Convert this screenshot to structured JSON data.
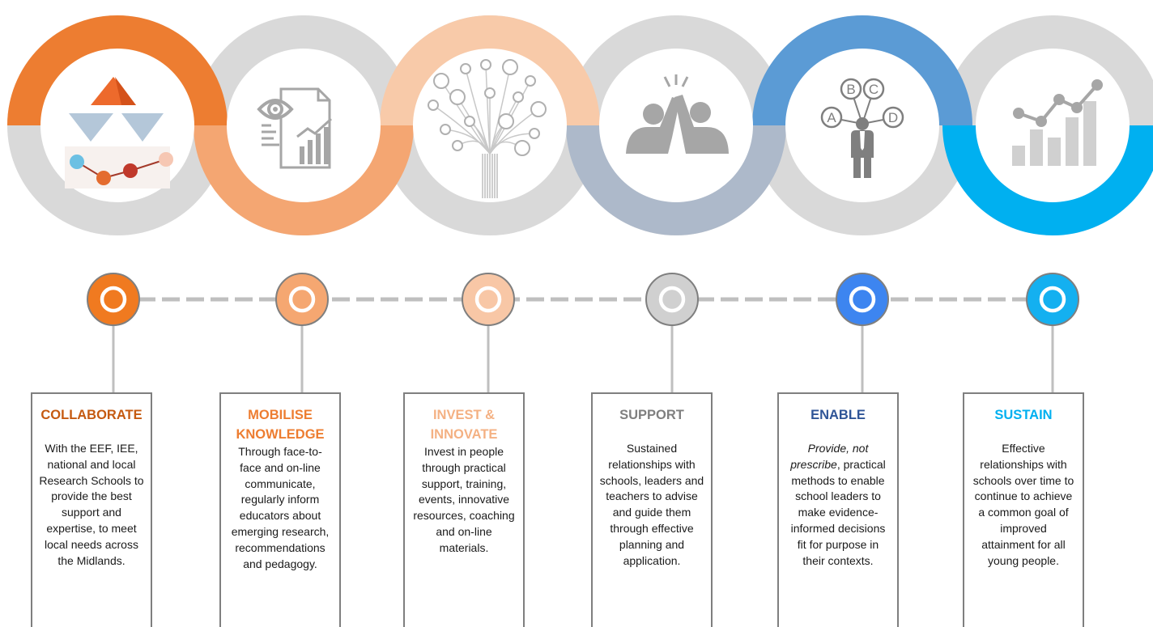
{
  "colors": {
    "gray_ring": "#d9d9d9",
    "connector": "#bfbfbf",
    "card_border": "#7f7f7f",
    "icon_gray": "#a6a6a6"
  },
  "stages": [
    {
      "key": "collaborate",
      "color": "#ed7d31",
      "inner_color": "#f07a20",
      "title_color": "#c55a11",
      "icon": "triangles-network-icon",
      "title": [
        "COLLABORATE"
      ],
      "title_gap": true,
      "body": [
        "With the EEF, IEE,",
        "national and local",
        "Research Schools to",
        "provide the best",
        "support and",
        "expertise, to meet",
        "local needs across",
        "the Midlands."
      ]
    },
    {
      "key": "mobilise",
      "color": "#f4a672",
      "inner_color": "#f5a771",
      "title_color": "#ed7d31",
      "icon": "document-eye-chart-icon",
      "title": [
        "MOBILISE",
        "KNOWLEDGE"
      ],
      "title_gap": false,
      "body": [
        "Through face-to-",
        "face and on-line",
        "communicate,",
        "regularly inform",
        "educators about",
        "emerging research,",
        "recommendations",
        "and pedagogy."
      ]
    },
    {
      "key": "invest",
      "color": "#f8caa9",
      "inner_color": "#f8c7a6",
      "title_color": "#f4b183",
      "icon": "technology-tree-icon",
      "title": [
        "INVEST &",
        "INNOVATE"
      ],
      "title_gap": false,
      "body": [
        "Invest in people",
        "through practical",
        "support, training,",
        "events, innovative",
        "resources, coaching",
        "and on-line",
        "materials."
      ]
    },
    {
      "key": "support",
      "color": "#adb9ca",
      "inner_color": "#d0d0d0",
      "title_color": "#7f7f7f",
      "icon": "high-five-icon",
      "title": [
        "SUPPORT"
      ],
      "title_gap": true,
      "body": [
        "Sustained",
        "relationships with",
        "schools, leaders and",
        "teachers to advise",
        "and guide them",
        "through effective",
        "planning and",
        "application."
      ]
    },
    {
      "key": "enable",
      "color": "#5b9bd5",
      "inner_color": "#3d85f0",
      "title_color": "#2f5597",
      "icon": "decision-person-icon",
      "title": [
        "ENABLE"
      ],
      "title_gap": true,
      "body_italic_lines": 2,
      "body": [
        "Provide, not",
        "prescribe, practical",
        "methods to enable",
        "school leaders to",
        "make evidence-",
        "informed decisions",
        "fit for purpose in",
        "their contexts."
      ]
    },
    {
      "key": "sustain",
      "color": "#00b0f0",
      "inner_color": "#14b0f0",
      "title_color": "#00b0f0",
      "icon": "growth-chart-icon",
      "title": [
        "SUSTAIN"
      ],
      "title_gap": true,
      "body": [
        "Effective",
        "relationships with",
        "schools over time to",
        "continue to achieve",
        "a common goal of",
        "improved",
        "attainment for all",
        "young people."
      ]
    }
  ],
  "icon_letters": [
    "A",
    "B",
    "C",
    "D"
  ]
}
